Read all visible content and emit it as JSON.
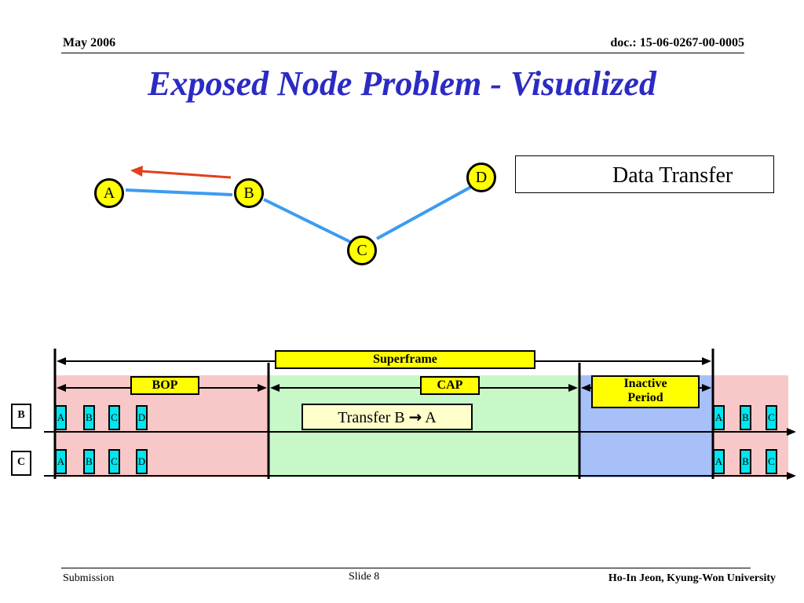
{
  "header": {
    "date": "May 2006",
    "doc": "doc.: 15-06-0267-00-0005"
  },
  "title": "Exposed Node Problem - Visualized",
  "nodes": {
    "a": "A",
    "b": "B",
    "c": "C",
    "d": "D"
  },
  "legend": {
    "label": "Data Transfer"
  },
  "timeline": {
    "superframe": "Superframe",
    "bop": "BOP",
    "cap": "CAP",
    "inactive": [
      "Inactive",
      "Period"
    ],
    "transfer_prefix": "Transfer B ",
    "transfer_arrow": "→",
    "transfer_suffix": " A",
    "rows": [
      "B",
      "C"
    ],
    "beacon_slots_left": [
      "A",
      "B",
      "C",
      "D"
    ],
    "beacon_slots_right": [
      "A",
      "B",
      "C"
    ]
  },
  "footer": {
    "left": "Submission",
    "center": "Slide 8",
    "right": "Ho-In Jeon, Kyung-Won University"
  },
  "colors": {
    "title": "#2b2bc4",
    "node_fill": "#ffff00",
    "link": "#3b9cf0",
    "transfer_arrow": "#e0401a",
    "bop_region": "#f8c8c8",
    "cap_region": "#c8f8c8",
    "inactive_region": "#a8c0f8",
    "slot": "#00e5ee"
  }
}
